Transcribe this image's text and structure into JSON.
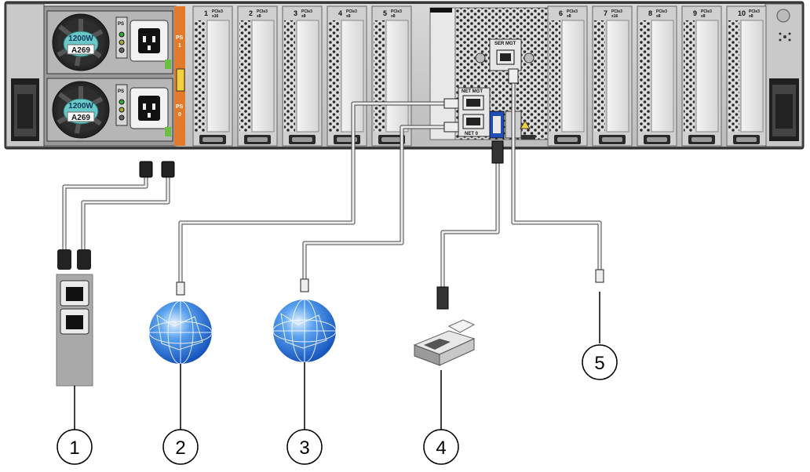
{
  "power_supplies": [
    {
      "id": "ps1",
      "side_label": "PS\n1",
      "wattage": "1200W",
      "model": "A269"
    },
    {
      "id": "ps0",
      "side_label": "PS\n0",
      "wattage": "1200W",
      "model": "A269"
    }
  ],
  "psu_small_label": "PS",
  "pcie_slots": [
    {
      "num": "1",
      "gen": "PCIe3",
      "lanes": "x16"
    },
    {
      "num": "2",
      "gen": "PCIe3",
      "lanes": "x8"
    },
    {
      "num": "3",
      "gen": "PCIe3",
      "lanes": "x8"
    },
    {
      "num": "4",
      "gen": "PCIe3",
      "lanes": "x8"
    },
    {
      "num": "5",
      "gen": "PCIe3",
      "lanes": "x8"
    },
    {
      "num": "6",
      "gen": "PCIe3",
      "lanes": "x8"
    },
    {
      "num": "7",
      "gen": "PCIe3",
      "lanes": "x16"
    },
    {
      "num": "8",
      "gen": "PCIe3",
      "lanes": "x8"
    },
    {
      "num": "9",
      "gen": "PCIe3",
      "lanes": "x8"
    },
    {
      "num": "10",
      "gen": "PCIe3",
      "lanes": "x8"
    }
  ],
  "ports": {
    "ser_mgt": "SER MGT",
    "net_mgt": "NET MGT",
    "net_0": "NET 0"
  },
  "callouts": [
    "1",
    "2",
    "3",
    "4",
    "5"
  ]
}
